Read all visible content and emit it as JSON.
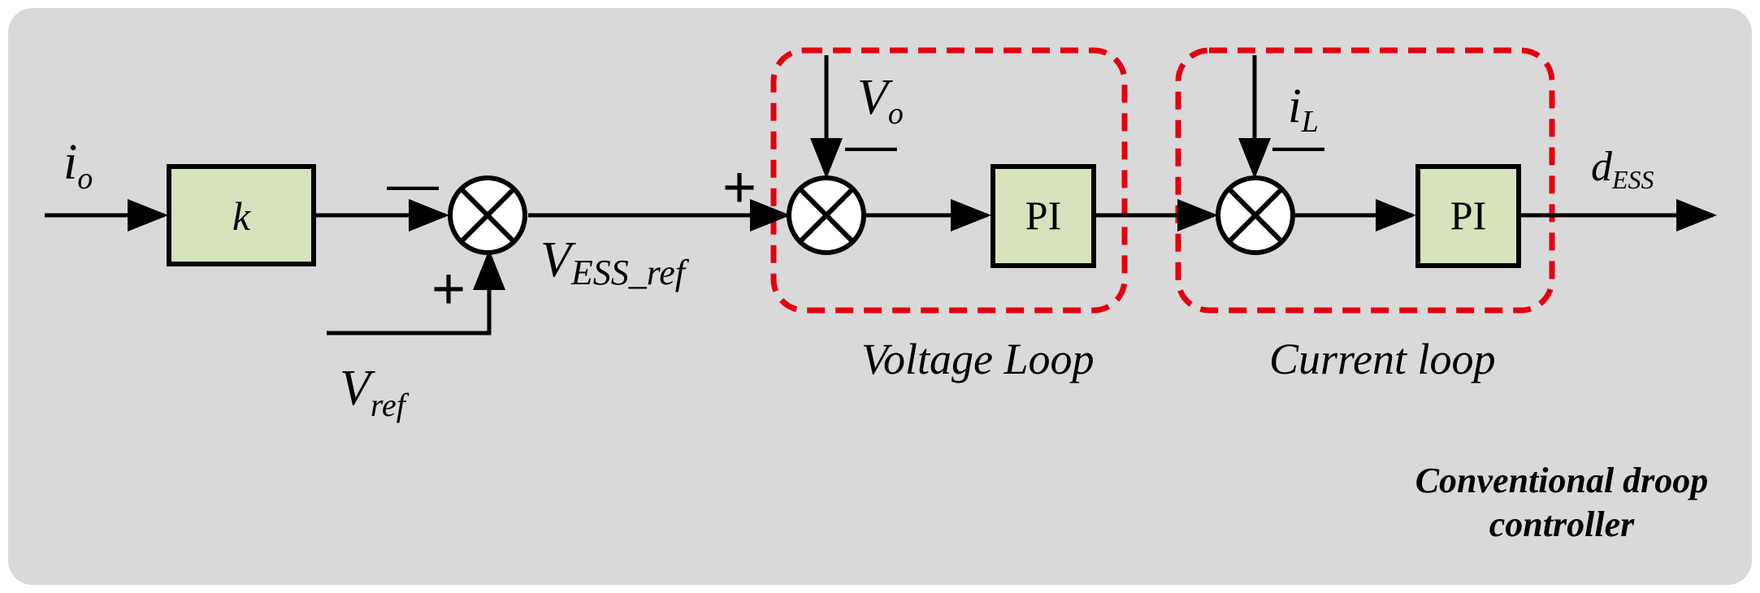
{
  "colors": {
    "panel": "#d9d9d9",
    "block_fill": "#d6e3bd",
    "loop_outline": "#e3000f",
    "line": "#000000"
  },
  "signals": {
    "io": {
      "main": "i",
      "sub": "o"
    },
    "vref": {
      "main": "V",
      "sub": "ref"
    },
    "vess_ref": {
      "main": "V",
      "sub": "ESS_ref"
    },
    "vo": {
      "main": "V",
      "sub": "o"
    },
    "il": {
      "main": "i",
      "sub": "L"
    },
    "dess": {
      "main": "d",
      "sub": "ESS"
    }
  },
  "blocks": {
    "gain": "k",
    "voltage_pi": "PI",
    "current_pi": "PI"
  },
  "signs": {
    "minus": "—",
    "plus": "+"
  },
  "loops": {
    "voltage": "Voltage Loop",
    "current": "Current loop"
  },
  "caption": {
    "line1": "Conventional droop",
    "line2": "controller"
  }
}
